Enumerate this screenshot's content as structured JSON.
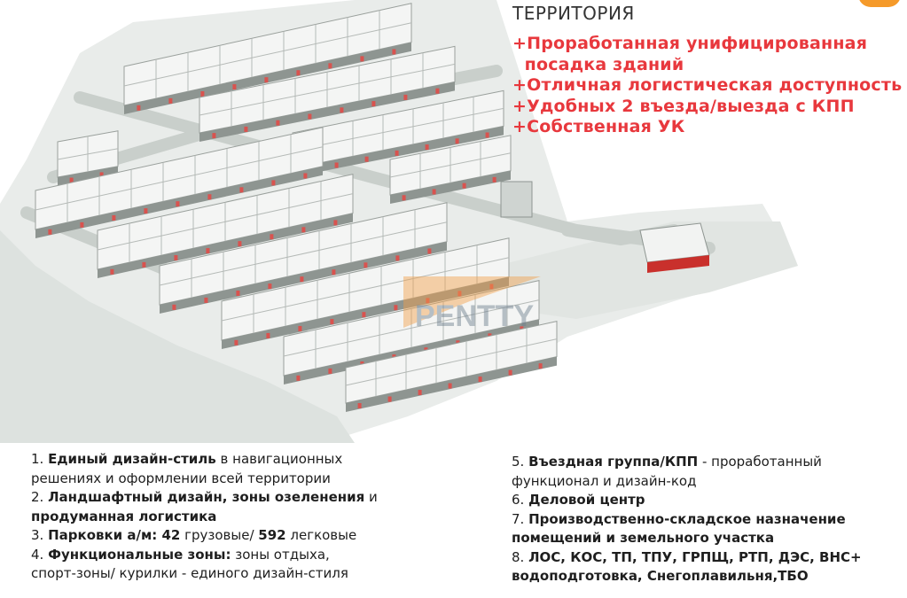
{
  "heading": "ТЕРРИТОРИЯ",
  "advantages": [
    "+Проработанная унифицированная",
    "  посадка зданий",
    "+Отличная логистическая доступность",
    "+Удобных 2 въезда/выезда с КПП",
    "+Собственная УК"
  ],
  "watermark": "PENTTY",
  "accent_color": "#e8383d",
  "features_left": {
    "i1": {
      "num": "1. ",
      "bold": "Единый дизайн-стиль",
      "rest": " в навигационных",
      "line2": "решениях и оформлении всей территории"
    },
    "i2": {
      "num": "2. ",
      "bold": "Ландшафтный дизайн, зоны озеленения",
      "rest": " и",
      "line2_bold": "продуманная логистика"
    },
    "i3": {
      "num": "3. ",
      "bold": "Парковки а/м: 42",
      "mid": " грузовые/ ",
      "bold2": "592",
      "rest": " легковые"
    },
    "i4": {
      "num": "4. ",
      "bold": "Функциональные зоны:",
      "rest": " зоны отдыха,",
      "line2": "спорт-зоны/ курилки - единого дизайн-стиля"
    }
  },
  "features_right": {
    "i5": {
      "num": "5. ",
      "bold": "Въездная группа/КПП",
      "rest": " - проработанный",
      "line2": "функционал и дизайн-код"
    },
    "i6": {
      "num": "6. ",
      "bold": "Деловой центр"
    },
    "i7": {
      "num": "7. ",
      "bold": "Производственно-складское назначение",
      "line2_bold": "помещений и земельного участка"
    },
    "i8": {
      "num": "8. ",
      "bold": "ЛОС, КОС, ТП, ТПУ, ГРПЩ, РТП, ДЭС, ВНС+",
      "line2_bold": "водоподготовка, Снегоплавильня,ТБО"
    }
  }
}
